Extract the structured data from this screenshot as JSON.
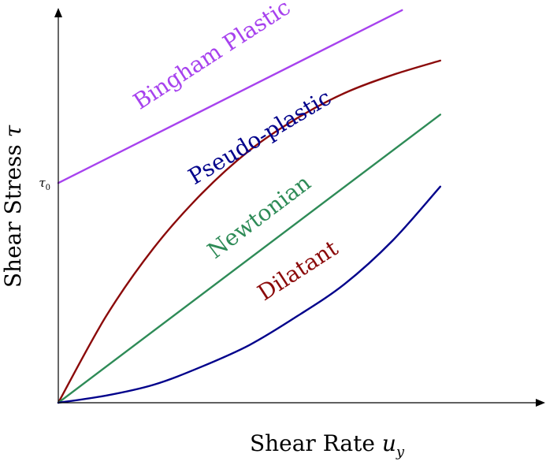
{
  "chart_data": {
    "type": "line",
    "title": "",
    "xlabel": "Shear Rate",
    "xlabel_symbol": "u",
    "xlabel_subscript": "y",
    "ylabel": "Shear Stress",
    "ylabel_symbol": "τ",
    "yield_tick_symbol": "τ",
    "yield_tick_subscript": "0",
    "xlim": [
      0,
      1
    ],
    "ylim": [
      0,
      1
    ],
    "tau0": 0.61,
    "grid": false,
    "legend": "none",
    "series": [
      {
        "name": "Bingham Plastic",
        "color": "#a742ee",
        "x": [
          0,
          0.72
        ],
        "y": [
          0.61,
          1.09
        ]
      },
      {
        "name": "Pseudo-plastic",
        "color": "#8b0a0a",
        "x": [
          0,
          0.1,
          0.2,
          0.3,
          0.4,
          0.5,
          0.6,
          0.7,
          0.8
        ],
        "y": [
          0,
          0.24,
          0.43,
          0.58,
          0.7,
          0.79,
          0.86,
          0.91,
          0.95
        ]
      },
      {
        "name": "Newtonian",
        "color": "#2e8b57",
        "x": [
          0,
          0.8
        ],
        "y": [
          0,
          0.8
        ]
      },
      {
        "name": "Dilatant",
        "color": "#00008b",
        "x": [
          0,
          0.1,
          0.2,
          0.3,
          0.4,
          0.5,
          0.6,
          0.7,
          0.8
        ],
        "y": [
          0,
          0.02,
          0.05,
          0.1,
          0.16,
          0.24,
          0.33,
          0.45,
          0.6
        ]
      }
    ],
    "labels": [
      {
        "text": "Bingham Plastic",
        "color": "#a742ee",
        "x": 0.33,
        "y": 0.95
      },
      {
        "text": "Pseudo-plastic",
        "color": "#00008b",
        "x": 0.43,
        "y": 0.72
      },
      {
        "text": "Newtonian",
        "color": "#2e8b57",
        "x": 0.43,
        "y": 0.5
      },
      {
        "text": "Dilatant",
        "color": "#8b0a0a",
        "x": 0.51,
        "y": 0.35
      }
    ]
  }
}
